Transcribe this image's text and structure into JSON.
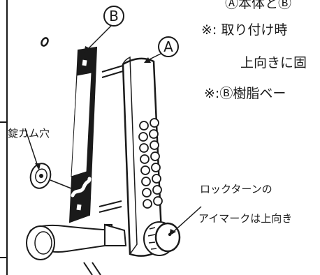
{
  "notes": {
    "line1": "Ⓐ本体とⒷ",
    "line2": "※: 取り付け時",
    "line3": "上向きに固",
    "line4": "※:Ⓑ樹脂ベー"
  },
  "callouts": {
    "a": "A",
    "b": "B"
  },
  "labels": {
    "cam_hole": "錠カム穴",
    "lock_turn_line1": "ロックターンの",
    "lock_turn_line2": "アイマークは上向き"
  }
}
